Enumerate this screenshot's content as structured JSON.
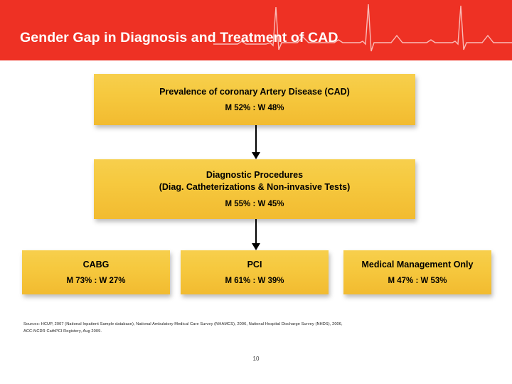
{
  "slide": {
    "title": "Gender Gap in Diagnosis and Treatment of CAD",
    "page_number": "10",
    "accent_color": "#ee3124",
    "box_color": "#f5c53c"
  },
  "flow": {
    "tier1": {
      "heading": "Prevalence of coronary Artery Disease (CAD)",
      "ratio": "M 52% : W 48%"
    },
    "tier2": {
      "heading_line1": "Diagnostic Procedures",
      "heading_line2": "(Diag. Catheterizations & Non-invasive Tests)",
      "ratio": "M 55% : W 45%"
    },
    "tier3": [
      {
        "heading": "CABG",
        "ratio": "M 73% : W 27%"
      },
      {
        "heading": "PCI",
        "ratio": "M 61% : W 39%"
      },
      {
        "heading": "Medical Management Only",
        "ratio": "M 47% : W 53%"
      }
    ]
  },
  "sources": {
    "line1": "Sources: HCUP, 2007 (National Inpatient Sample database), National Ambulatory Medical Care Survey (NHAMCS), 2006, National Hospital Discharge Survey (NHDS), 2006,",
    "line2": "ACC-NCDR CathPCI Registery, Aug 2009."
  }
}
